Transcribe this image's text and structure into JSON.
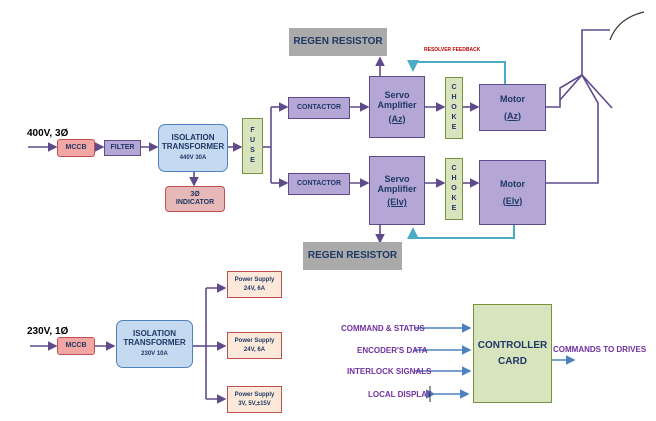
{
  "mains": {
    "three_phase": "400V, 3Ø",
    "single_phase": "230V, 1Ø"
  },
  "mccb": "MCCB",
  "filter": "FILTER",
  "iso_top": {
    "title": "ISOLATION TRANSFORMER",
    "rating": "440V 30A"
  },
  "iso_bottom": {
    "title": "ISOLATION TRANSFORMER",
    "rating": "230V 10A"
  },
  "indicator": "3Ø INDICATOR",
  "fuse": [
    "F",
    "U",
    "S",
    "E"
  ],
  "contactor": "CONTACTOR",
  "choke": [
    "C",
    "H",
    "O",
    "K",
    "E"
  ],
  "regen": "REGEN RESISTOR",
  "servo_az": {
    "title": "Servo Amplifier",
    "axis": "(Az)"
  },
  "servo_elv": {
    "title": "Servo Amplifier",
    "axis": "(Elv)"
  },
  "motor_az": {
    "title": "Motor",
    "axis": "(Az)"
  },
  "motor_elv": {
    "title": "Motor",
    "axis": "(Elv)"
  },
  "resolver": "RESOLVER FEEDBACK",
  "power_supplies": [
    {
      "l1": "Power Supply",
      "l2": "24V, 6A"
    },
    {
      "l1": "Power Supply",
      "l2": "24V, 6A"
    },
    {
      "l1": "Power Supply",
      "l2": "3V, 5V,±15V"
    }
  ],
  "controller": {
    "l1": "CONTROLLER",
    "l2": "CARD"
  },
  "controller_inputs": [
    "COMMAND & STATUS",
    "ENCODER'S DATA",
    "INTERLOCK SIGNALS",
    "LOCAL DISPLAY"
  ],
  "controller_output": "COMMANDS TO DRIVES",
  "colors": {
    "wire": "#5f4b8b",
    "feedback": "#4bacc6",
    "signal": "#4f81bd",
    "label": "#7030a0"
  }
}
